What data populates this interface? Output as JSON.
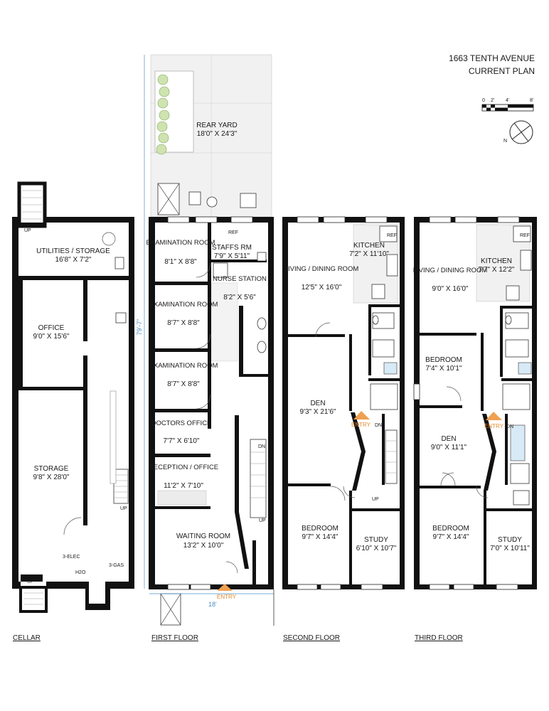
{
  "title": {
    "address": "1663 TENTH AVENUE",
    "subtitle": "CURRENT PLAN"
  },
  "scale": {
    "labels": [
      "0",
      "2'",
      "4'",
      "8'"
    ]
  },
  "compass": {
    "label": "N",
    "icon": "compass-rose-icon"
  },
  "floors": {
    "cellar": {
      "name": "CELLAR",
      "rooms": [
        {
          "name": "UTILITIES / STORAGE",
          "size": "16'8\" X 7'2\""
        },
        {
          "name": "OFFICE",
          "size": "9'0\" X 15'6\""
        },
        {
          "name": "STORAGE",
          "size": "9'8\" X 28'0\""
        }
      ],
      "notes": {
        "up_top": "UP",
        "up_bottom": "UP",
        "up_stair": "UP",
        "elec": "3-ELEC",
        "gas": "3-GAS",
        "water": "H2O"
      }
    },
    "first": {
      "name": "FIRST FLOOR",
      "rooms": [
        {
          "name": "REAR YARD",
          "size": "18'0\" X 24'3\""
        },
        {
          "name": "EXAMINATION ROOM",
          "size": "8'1\" X 8'8\""
        },
        {
          "name": "STAFFS RM",
          "size": "7'9\" X 5'11\""
        },
        {
          "name": "NURSE STATION",
          "size": "8'2\" X 5'6\""
        },
        {
          "name": "EXAMINATION ROOM",
          "size": "8'7\" X 8'8\""
        },
        {
          "name": "EXAMINATION ROOM",
          "size": "8'7\" X 8'8\""
        },
        {
          "name": "DOCTORS OFFICE",
          "size": "7'7\" X 6'10\""
        },
        {
          "name": "RECEPTION / OFFICE",
          "size": "11'2\" X 7'10\""
        },
        {
          "name": "WAITING ROOM",
          "size": "13'2\" X 10'0\""
        }
      ],
      "notes": {
        "ref": "REF",
        "dn": "DN",
        "up": "UP",
        "entry": "ENTRY",
        "width": "18'",
        "depth": "79'-7\""
      }
    },
    "second": {
      "name": "SECOND FLOOR",
      "rooms": [
        {
          "name": "LIVING / DINING ROOM",
          "size": "12'5\" X 16'0\""
        },
        {
          "name": "KITCHEN",
          "size": "7'2\" X 11'10\""
        },
        {
          "name": "DEN",
          "size": "9'3\" X 21'6\""
        },
        {
          "name": "BEDROOM",
          "size": "9'7\" X 14'4\""
        },
        {
          "name": "STUDY",
          "size": "6'10\" X 10'7\""
        }
      ],
      "notes": {
        "ref": "REF",
        "dn": "DN",
        "up": "UP",
        "entry": "ENTRY"
      }
    },
    "third": {
      "name": "THIRD FLOOR",
      "rooms": [
        {
          "name": "LIVING / DINING ROOM",
          "size": "9'0\" X 16'0\""
        },
        {
          "name": "KITCHEN",
          "size": "7'7\" X 12'2\""
        },
        {
          "name": "BEDROOM",
          "size": "7'4\" X 10'1\""
        },
        {
          "name": "DEN",
          "size": "9'0\" X 11'1\""
        },
        {
          "name": "BEDROOM",
          "size": "9'7\" X 14'4\""
        },
        {
          "name": "STUDY",
          "size": "7'0\" X 10'11\""
        }
      ],
      "notes": {
        "ref": "REF",
        "dn": "DN",
        "entry": "ENTRY"
      }
    }
  }
}
